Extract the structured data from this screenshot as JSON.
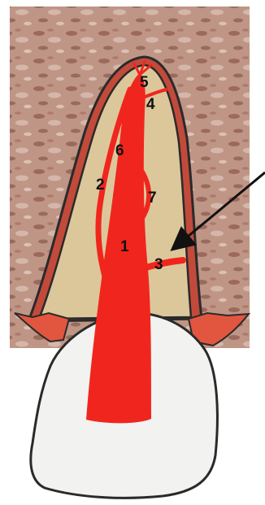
{
  "diagram": {
    "subject": "tooth-root-canal-cross-section",
    "colors": {
      "bone": "#bf9585",
      "bone_dark": "#8e5c4f",
      "bone_light": "#d9bdb0",
      "dentin": "#dcc79b",
      "canal_red": "#f0261e",
      "outline": "#2a2a2a",
      "crown": "#f2f2f0",
      "arrow": "#111111"
    },
    "labels": {
      "canal_1": "1",
      "canal_2": "2",
      "canal_3": "3",
      "canal_4": "4",
      "canal_5": "5",
      "canal_6": "6",
      "canal_7": "7"
    },
    "pointer": {
      "target": "canal_3",
      "icon": "arrow-icon"
    }
  }
}
